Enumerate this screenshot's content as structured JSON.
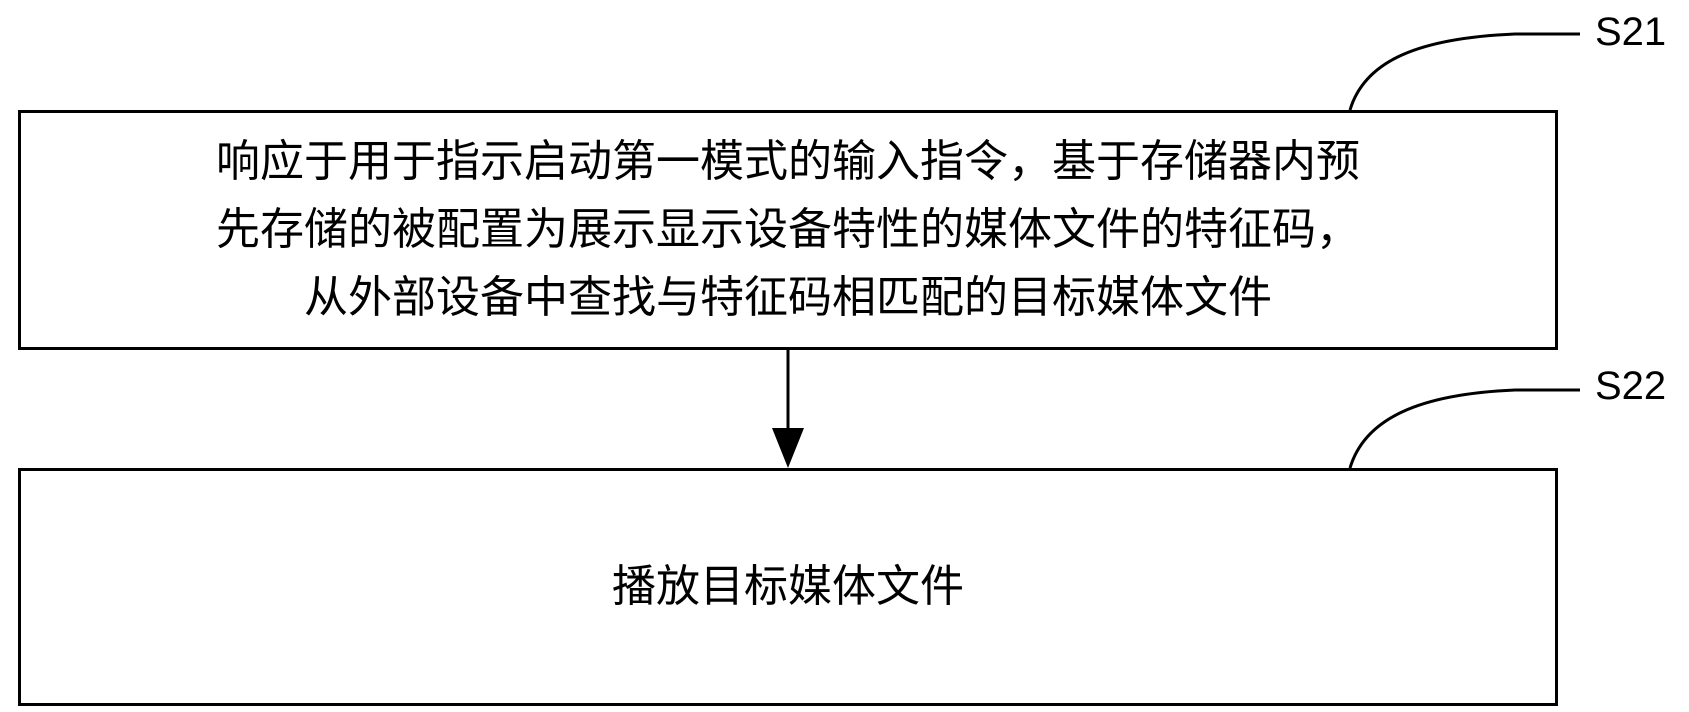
{
  "steps": [
    {
      "id": "S21",
      "lines": [
        "响应于用于指示启动第一模式的输入指令，基于存储器内预",
        "先存储的被配置为展示显示设备特性的媒体文件的特征码，",
        "从外部设备中查找与特征码相匹配的目标媒体文件"
      ]
    },
    {
      "id": "S22",
      "lines": [
        "播放目标媒体文件"
      ]
    }
  ]
}
